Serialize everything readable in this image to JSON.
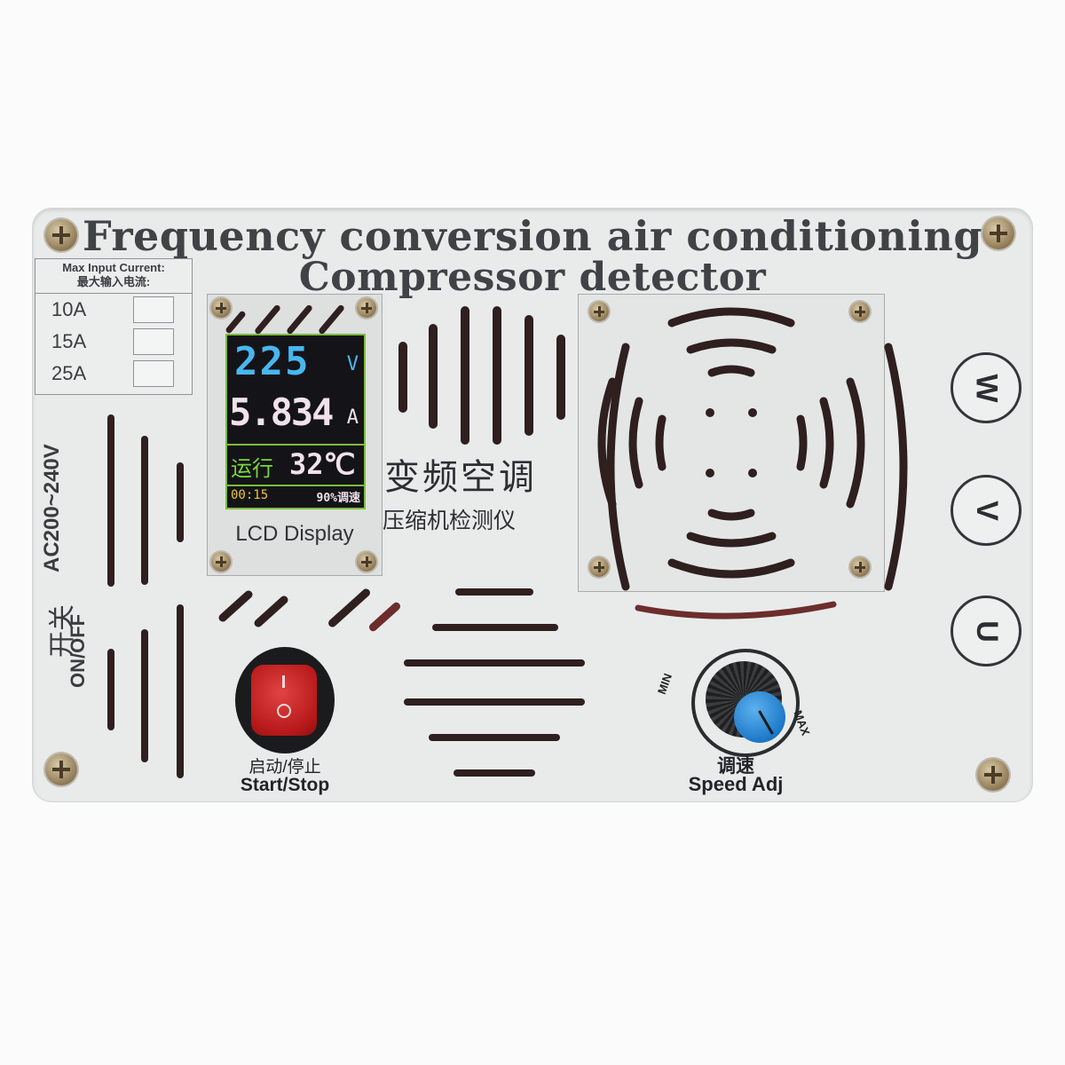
{
  "title": {
    "line1": "Frequency conversion air conditioning",
    "line2": "Compressor detector"
  },
  "max_current": {
    "header_en": "Max Input Current:",
    "header_cn": "最大输入电流:",
    "options": [
      {
        "label": "10A"
      },
      {
        "label": "15A"
      },
      {
        "label": "25A"
      }
    ]
  },
  "power": {
    "voltage": "AC200~240V",
    "switch_cn": "开关",
    "switch_en": "ON/OFF"
  },
  "lcd": {
    "voltage": "225",
    "voltage_unit": "V",
    "current": "5.834",
    "current_unit": "A",
    "status": "运行",
    "temperature": "32℃",
    "timer": "00:15",
    "speed": "90%调速",
    "caption": "LCD Display"
  },
  "product_cn": {
    "title": "变频空调",
    "subtitle": "压缩机检测仪"
  },
  "phases": [
    {
      "label": "W"
    },
    {
      "label": "V"
    },
    {
      "label": "U"
    }
  ],
  "start_stop": {
    "label_cn": "启动/停止",
    "label_en": "Start/Stop"
  },
  "speed_adj": {
    "min": "MIN",
    "max": "MAX",
    "label_cn": "调速",
    "label_en": "Speed Adj"
  },
  "colors": {
    "panel": "#e9ebeb",
    "switch": "#c81e1e",
    "knob_cap": "#1d78c8",
    "lcd_voltage": "#48b7ee",
    "lcd_frame": "#7bbd3b"
  }
}
